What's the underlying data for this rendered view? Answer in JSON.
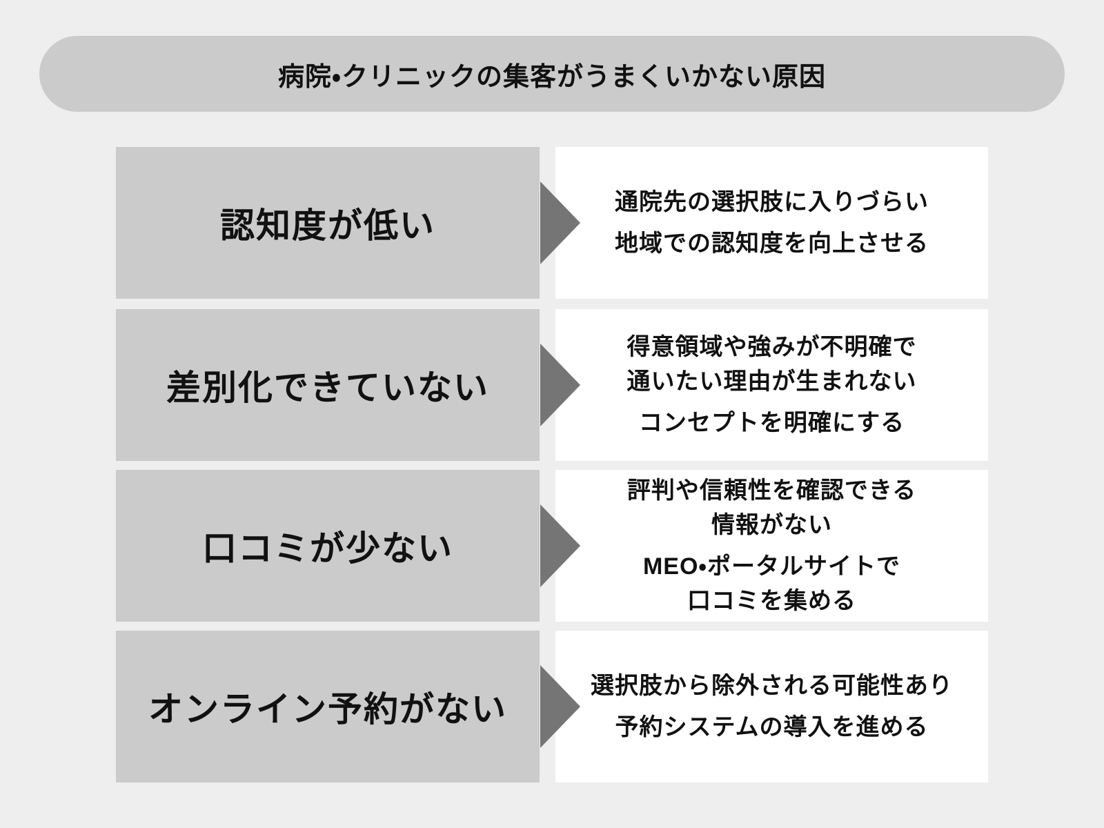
{
  "colors": {
    "page_background": "#eeeeee",
    "banner_background": "#cbcbcb",
    "cause_box_background": "#cbcbcb",
    "result_box_background": "#ffffff",
    "arrow": "#757575",
    "text": "#111111"
  },
  "header": {
    "title": "病院・クリニックの集客がうまくいかない原因"
  },
  "rows": [
    {
      "cause": "認知度が低い",
      "problem_lines": [
        "通院先の選択肢に入りづらい"
      ],
      "solution_lines": [
        "地域での認知度を向上させる"
      ]
    },
    {
      "cause": "差別化できていない",
      "problem_lines": [
        "得意領域や強みが不明確で",
        "通いたい理由が生まれない"
      ],
      "solution_lines": [
        "コンセプトを明確にする"
      ]
    },
    {
      "cause": "口コミが少ない",
      "problem_lines": [
        "評判や信頼性を確認できる",
        "情報がない"
      ],
      "solution_lines": [
        "MEO・ポータルサイトで",
        "口コミを集める"
      ]
    },
    {
      "cause": "オンライン予約がない",
      "problem_lines": [
        "選択肢から除外される可能性あり"
      ],
      "solution_lines": [
        "予約システムの導入を進める"
      ]
    }
  ]
}
